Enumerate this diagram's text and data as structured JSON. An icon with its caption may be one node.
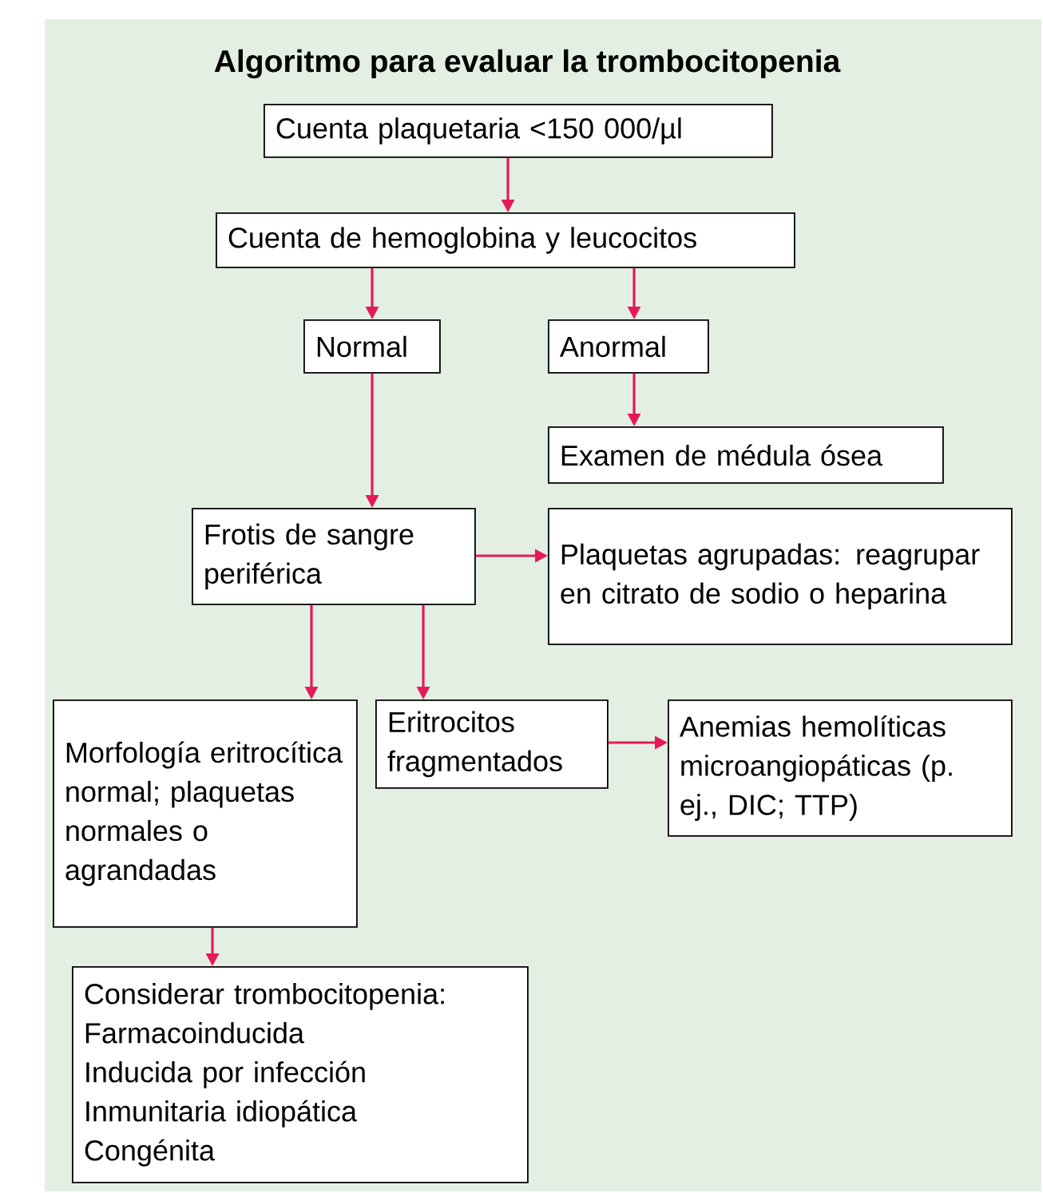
{
  "diagram": {
    "title": "Algoritmo para evaluar la trombocitopenia",
    "nodes": [
      {
        "text": [
          "Cuenta plaquetaria <150 000/µl"
        ]
      },
      {
        "text": [
          "Cuenta de hemoglobina y leucocitos"
        ]
      },
      {
        "text": [
          "Normal"
        ]
      },
      {
        "text": [
          "Anormal"
        ]
      },
      {
        "text": [
          "Examen de médula ósea"
        ]
      },
      {
        "text": [
          "Frotis de sangre periférica"
        ]
      },
      {
        "text": [
          "Plaquetas agrupadas: reagrupar en citrato de sodio o heparina"
        ]
      },
      {
        "text": [
          "Morfología eritrocítica normal; plaquetas normales o agrandadas"
        ]
      },
      {
        "text": [
          "Eritrocitos fragmentados"
        ]
      },
      {
        "text": [
          "Anemias hemolíticas microangiopáticas (p. ej., DIC; TTP)"
        ]
      },
      {
        "text": [
          "Considerar trombocitopenia:",
          "Farmacoinducida",
          "Inducida por infección",
          "Inmunitaria idiopática",
          "Congénita"
        ]
      }
    ],
    "edges": [
      {
        "from": 0,
        "to": 1,
        "arrow": "to"
      },
      {
        "from": 1,
        "to": 2,
        "arrow": "to"
      },
      {
        "from": 1,
        "to": 3,
        "arrow": "to"
      },
      {
        "from": 3,
        "to": 4,
        "arrow": "to"
      },
      {
        "from": 2,
        "to": 5,
        "arrow": "to"
      },
      {
        "from": 5,
        "to": 6,
        "arrow": "to"
      },
      {
        "from": 5,
        "to": 7,
        "arrow": "to"
      },
      {
        "from": 5,
        "to": 8,
        "arrow": "to"
      },
      {
        "from": 8,
        "to": 9,
        "arrow": "to"
      },
      {
        "from": 7,
        "to": 10,
        "arrow": "to"
      }
    ]
  }
}
